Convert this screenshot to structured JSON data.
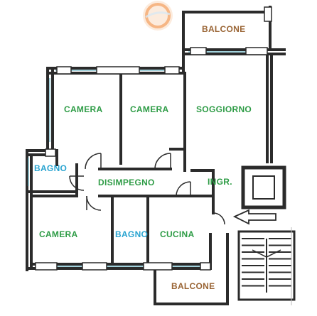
{
  "colors": {
    "wall": "#2b2b2b",
    "window": "#6bb7c7",
    "label_green": "#2e9c46",
    "label_blue": "#2aa4d0",
    "label_brown": "#9a6535",
    "logo_orange": "#f08a3c"
  },
  "logo": {
    "icon": "orange-ring-logo"
  },
  "rooms": {
    "balcone_top": "BALCONE",
    "camera_1": "CAMERA",
    "camera_2": "CAMERA",
    "soggiorno": "SOGGIORNO",
    "bagno_1": "BAGNO",
    "disimpegno": "DISIMPEGNO",
    "ingresso": "INGR.",
    "camera_3": "CAMERA",
    "bagno_2": "BAGNO",
    "cucina": "CUCINA",
    "balcone_bottom": "BALCONE"
  },
  "symbols": {
    "entry_arrow": "left-arrow-icon",
    "stairs": "staircase",
    "lift": "elevator-shaft"
  }
}
